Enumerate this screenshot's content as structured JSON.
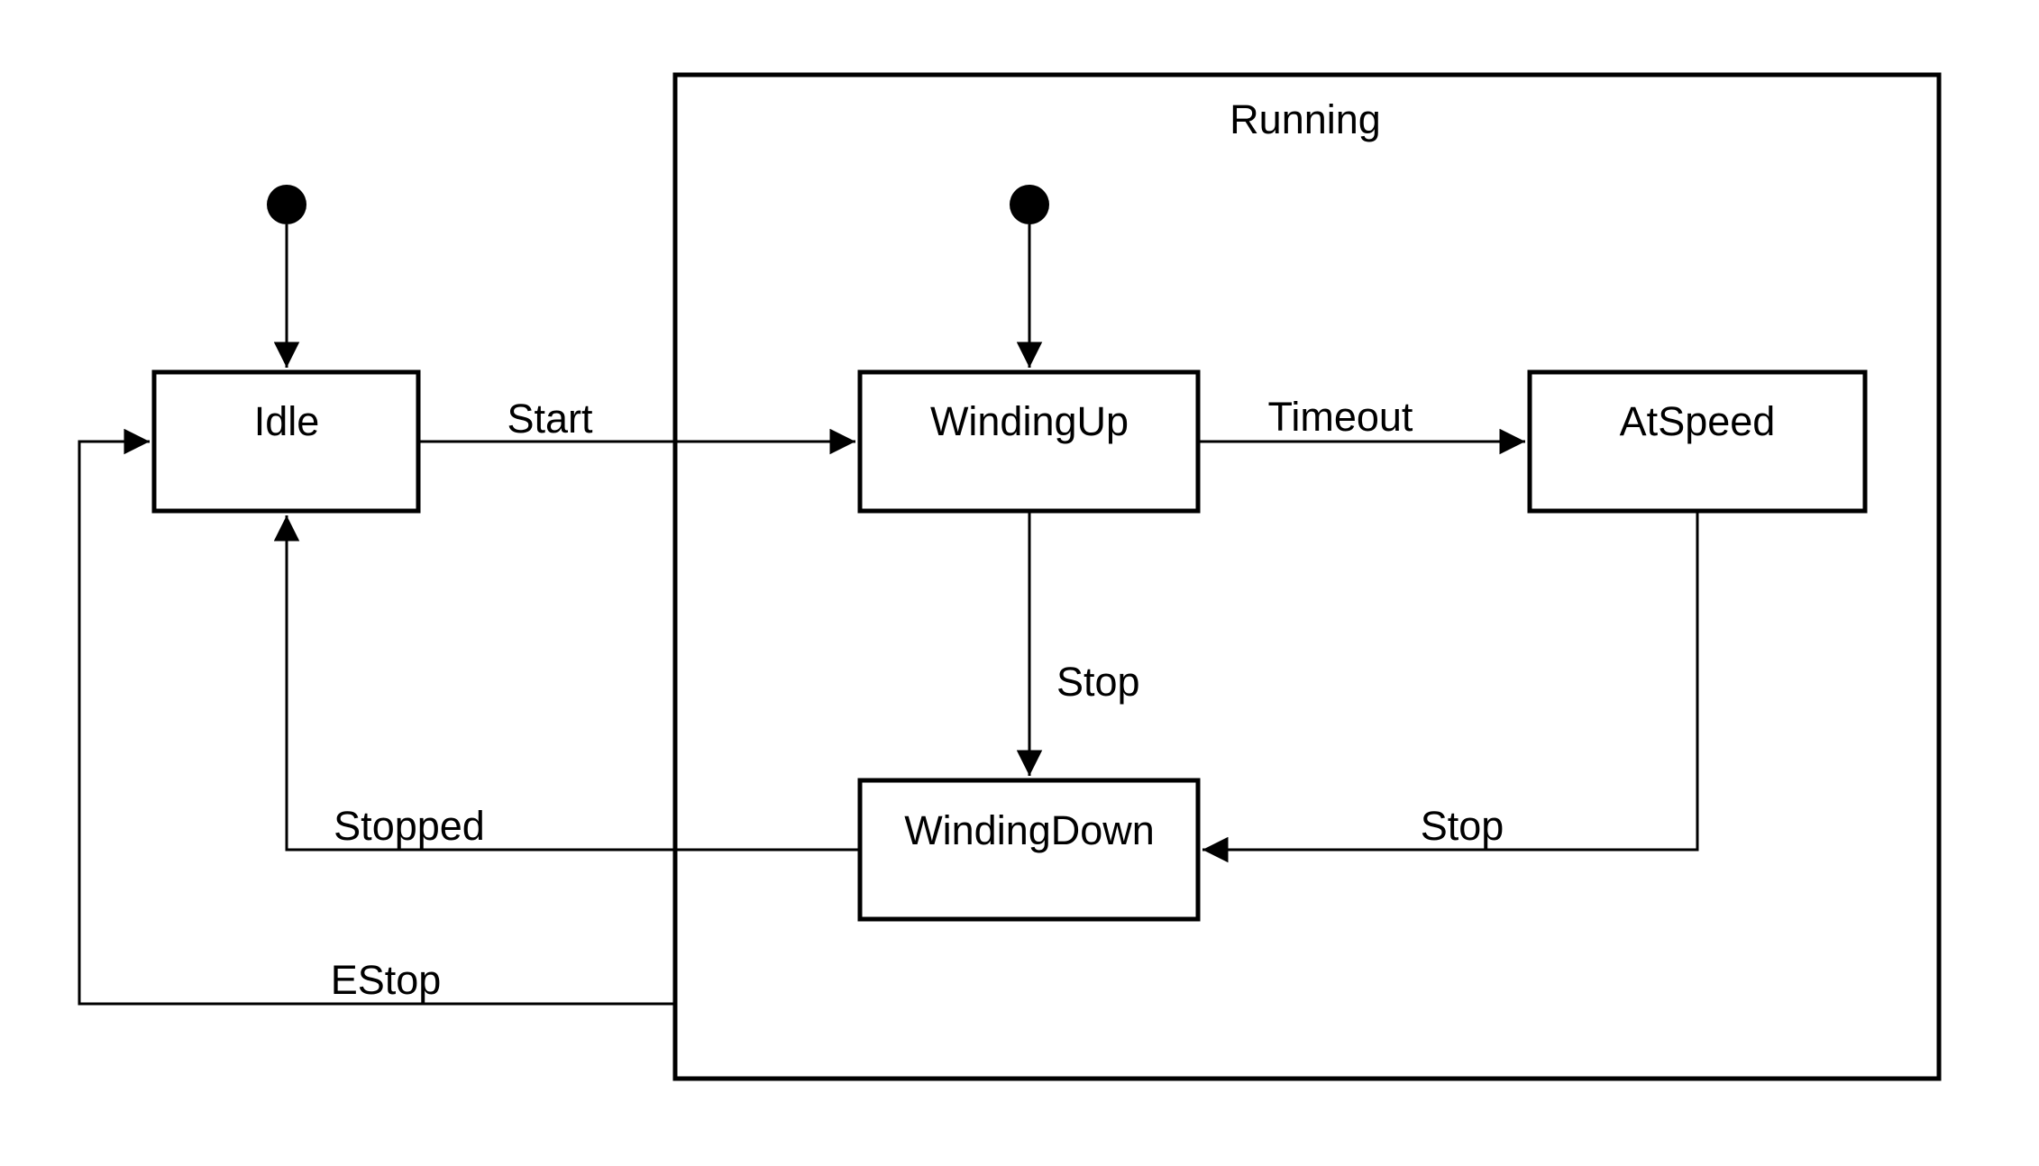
{
  "diagram": {
    "composite_state": {
      "label": "Running"
    },
    "states": {
      "idle": "Idle",
      "winding_up": "WindingUp",
      "at_speed": "AtSpeed",
      "winding_down": "WindingDown"
    },
    "transitions": {
      "start": "Start",
      "timeout": "Timeout",
      "stop_from_winding_up": "Stop",
      "stop_from_at_speed": "Stop",
      "stopped": "Stopped",
      "estop": "EStop"
    },
    "colors": {
      "line": "#000000",
      "background": "#ffffff",
      "text": "#000000"
    }
  }
}
